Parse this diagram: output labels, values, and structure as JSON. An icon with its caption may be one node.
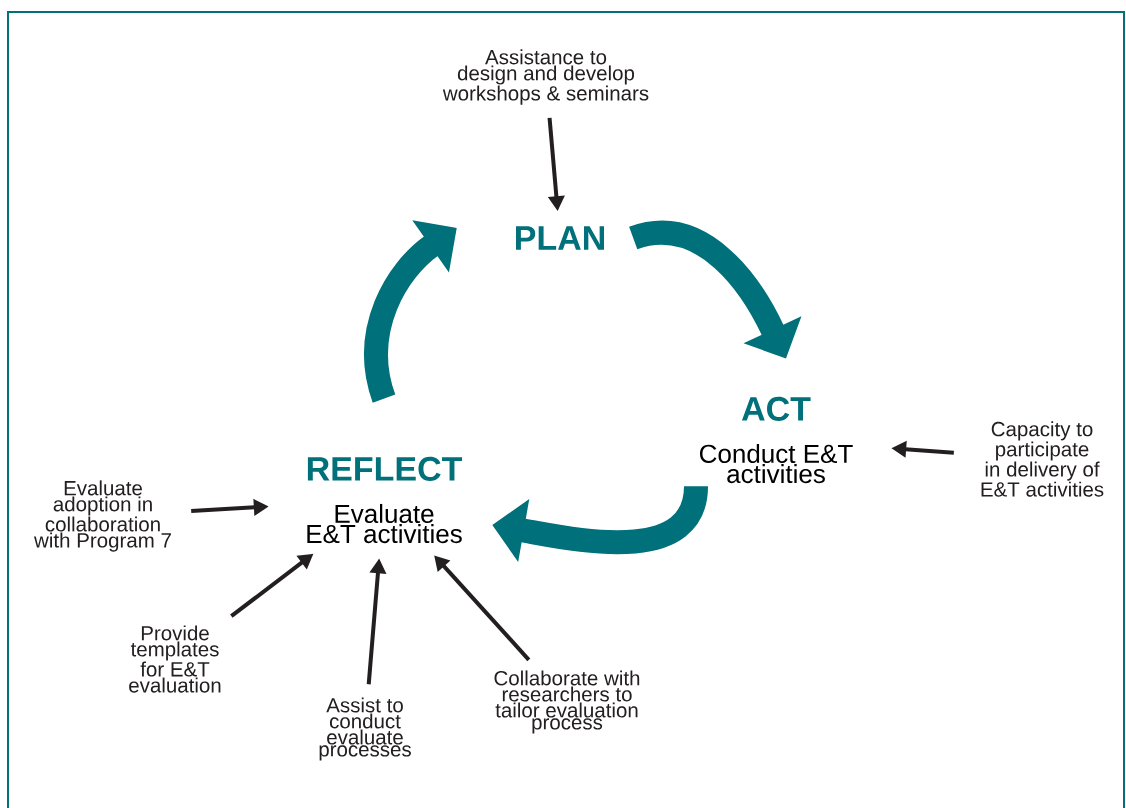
{
  "diagram": {
    "nodes": [
      {
        "text": [
          "PLAN"
        ]
      },
      {
        "text": [
          "ACT",
          "Conduct E&T activities"
        ]
      },
      {
        "text": [
          "REFLECT",
          "Evaluate E&T activities"
        ]
      },
      {
        "text": [
          "Assistance to design and develop workshops & seminars"
        ]
      },
      {
        "text": [
          "Capacity to participate in delivery of E&T activities"
        ]
      },
      {
        "text": [
          "Evaluate adoption in collaboration with Program 7"
        ]
      },
      {
        "text": [
          "Provide templates for E&T evaluation"
        ]
      },
      {
        "text": [
          "Assist to conduct evaluate processes"
        ]
      },
      {
        "text": [
          "Collaborate with researchers to tailor evaluation process"
        ]
      }
    ],
    "edges": [
      {
        "from": 0,
        "to": 1,
        "arrow": "to",
        "style": "thick",
        "color": "#00707a"
      },
      {
        "from": 1,
        "to": 2,
        "arrow": "to",
        "style": "thick",
        "color": "#00707a"
      },
      {
        "from": 2,
        "to": 0,
        "arrow": "to",
        "style": "thick",
        "color": "#00707a"
      },
      {
        "from": 3,
        "to": 0,
        "arrow": "to"
      },
      {
        "from": 4,
        "to": 1,
        "arrow": "to"
      },
      {
        "from": 5,
        "to": 2,
        "arrow": "to"
      },
      {
        "from": 6,
        "to": 2,
        "arrow": "to"
      },
      {
        "from": 7,
        "to": 2,
        "arrow": "to"
      },
      {
        "from": 8,
        "to": 2,
        "arrow": "to"
      }
    ]
  }
}
